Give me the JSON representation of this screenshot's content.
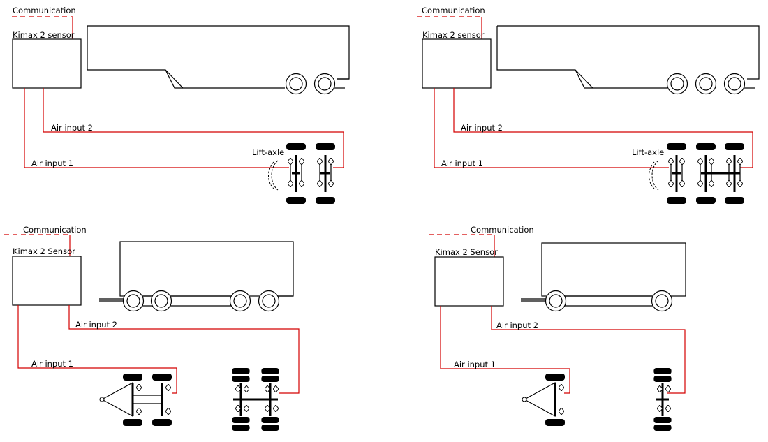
{
  "colors": {
    "air_line": "#d40000",
    "outline": "#000000",
    "background": "#ffffff"
  },
  "panels": [
    {
      "communication": "Communication",
      "sensor": "Kimax 2 sensor",
      "air1": "Air input 1",
      "air2": "Air input 2",
      "lift": "Lift-axle"
    },
    {
      "communication": "Communication",
      "sensor": "Kimax 2 sensor",
      "air1": "Air input 1",
      "air2": "Air input 2",
      "lift": "Lift-axle"
    },
    {
      "communication": "Communication",
      "sensor": "Kimax 2 Sensor",
      "air1": "Air input 1",
      "air2": "Air input 2"
    },
    {
      "communication": "Communication",
      "sensor": "Kimax 2 Sensor",
      "air1": "Air input 1",
      "air2": "Air input 2"
    }
  ]
}
